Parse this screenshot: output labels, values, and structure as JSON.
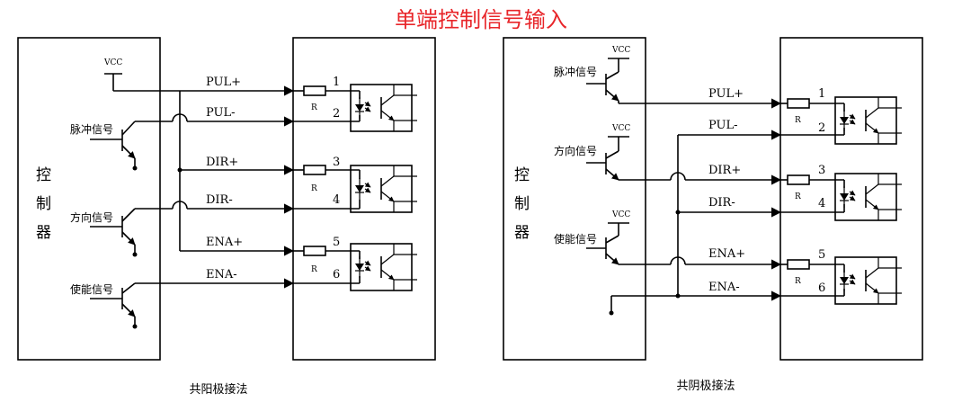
{
  "title": "单端控制信号输入",
  "title_color": "#e8262a",
  "controller_label": [
    "控",
    "制",
    "器"
  ],
  "signals": {
    "vcc": "VCC",
    "pul_plus": "PUL+",
    "pul_minus": "PUL-",
    "dir_plus": "DIR+",
    "dir_minus": "DIR-",
    "ena_plus": "ENA+",
    "ena_minus": "ENA-",
    "resistor": "R"
  },
  "pins": [
    "1",
    "2",
    "3",
    "4",
    "5",
    "6"
  ],
  "left": {
    "pulse": "脉冲信号",
    "direction": "方向信号",
    "enable": "使能信号",
    "caption": "共阳极接法"
  },
  "right": {
    "pulse": "脉冲信号",
    "direction": "方向信号",
    "enable": "使能信号",
    "caption": "共阴极接法"
  }
}
